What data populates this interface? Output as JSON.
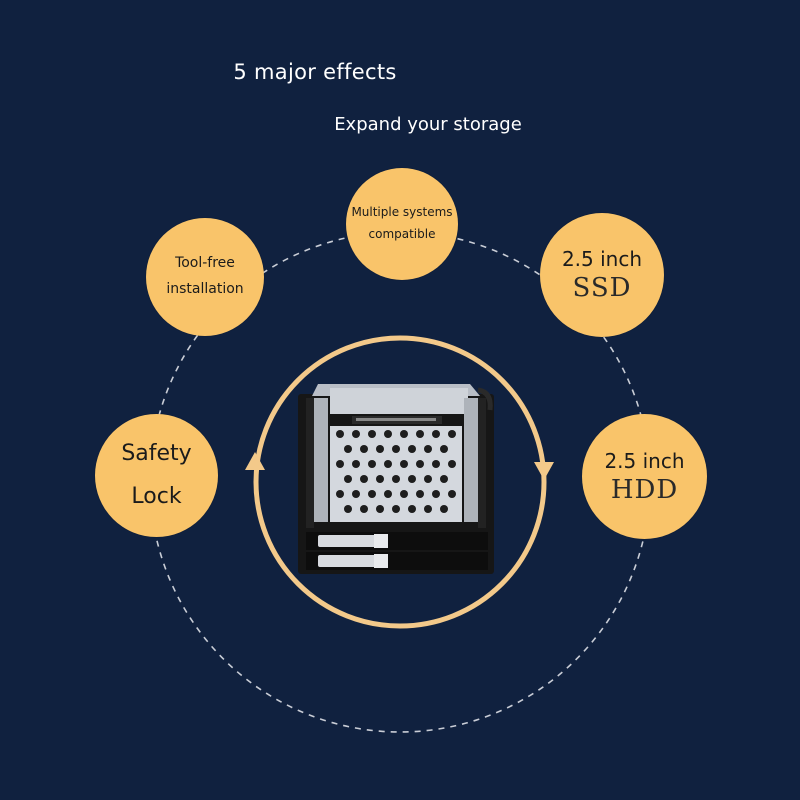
{
  "heading": "5 major effects",
  "subheading": "Expand your storage",
  "features": {
    "multiple_systems": {
      "line1": "Multiple systems",
      "line2": "compatible"
    },
    "tool_free": {
      "line1": "Tool-free",
      "line2": "installation"
    },
    "ssd": {
      "size": "2.5 inch",
      "type": "SSD"
    },
    "safety_lock": {
      "line1": "Safety",
      "line2": "Lock"
    },
    "hdd": {
      "size": "2.5 inch",
      "type": "HDD"
    }
  },
  "colors": {
    "background": "#10213f",
    "bubble": "#f9c46a",
    "inner_ring": "#f3c98a",
    "dashed_ring": "#c9cdd6"
  }
}
